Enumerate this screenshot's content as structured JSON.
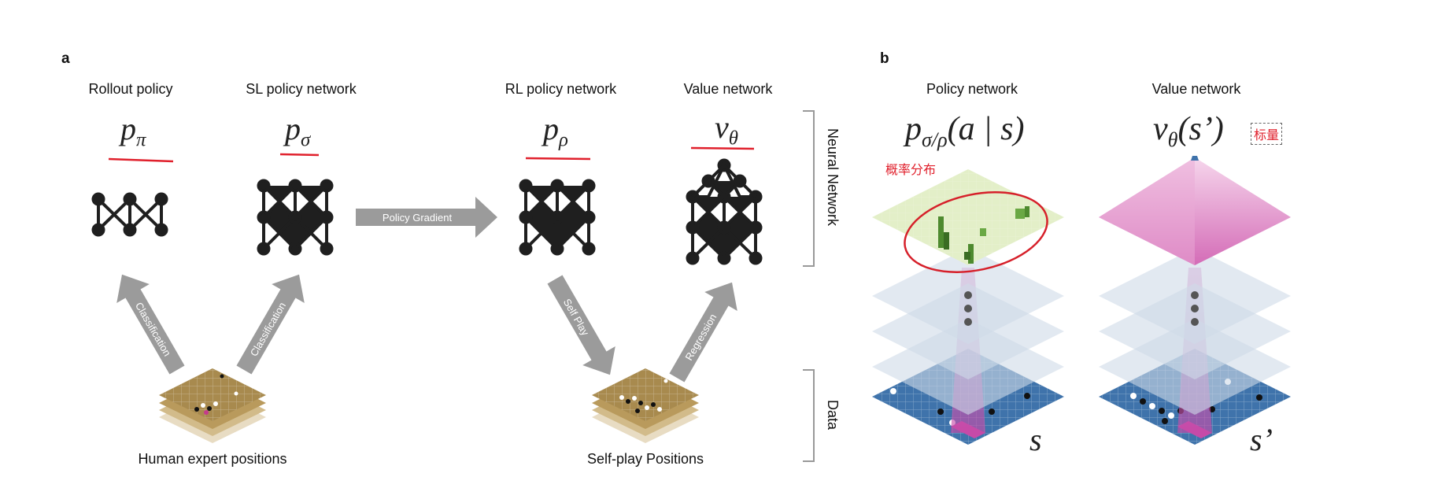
{
  "panels": {
    "a": {
      "letter": "a",
      "networks": [
        {
          "title": "Rollout policy",
          "formula_base": "p",
          "formula_sub": "π"
        },
        {
          "title": "SL policy network",
          "formula_base": "p",
          "formula_sub": "σ"
        },
        {
          "title": "RL policy network",
          "formula_base": "p",
          "formula_sub": "ρ"
        },
        {
          "title": "Value network",
          "formula_base": "v",
          "formula_sub": "θ"
        }
      ],
      "arrows": {
        "policy_gradient": "Policy Gradient",
        "classification_left": "Classification",
        "classification_right": "Classification",
        "self_play": "Self Play",
        "regression": "Regression"
      },
      "data_labels": {
        "human": "Human expert positions",
        "selfplay": "Self-play Positions"
      },
      "side_labels": {
        "neural_network": "Neural Network",
        "data": "Data"
      }
    },
    "b": {
      "letter": "b",
      "policy": {
        "title": "Policy network",
        "formula_base": "p",
        "formula_sub": "σ/ρ",
        "formula_rest": "(a | s)",
        "state_label": "s",
        "annotation": "概率分布"
      },
      "value": {
        "title": "Value network",
        "formula_base": "v",
        "formula_sub": "θ",
        "formula_rest": "(s’)",
        "state_label": "s’",
        "annotation": "标量"
      }
    }
  },
  "colors": {
    "network": "#1f1f1f",
    "arrow": "#9b9b9b",
    "annotation_red": "#e0202c",
    "board_blue": "#3f73ab",
    "layer_blue": "#cfdbe8",
    "top_green": "#e3efc8",
    "value_pink": "#d770b8",
    "board_wood": "#a88a4e"
  }
}
